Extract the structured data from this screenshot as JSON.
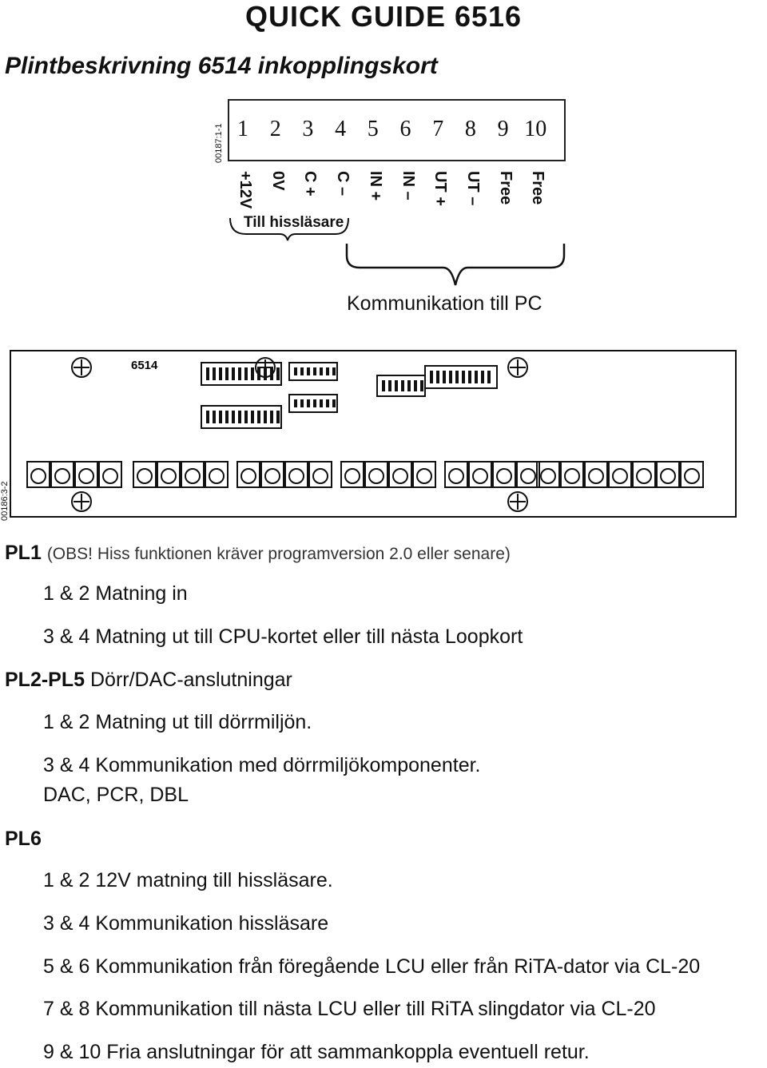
{
  "title": "QUICK GUIDE 6516",
  "subtitle": "Plintbeskrivning 6514 inkopplingskort",
  "diagram": {
    "code_top": "00187:1-1",
    "code_board": "00186:3-2",
    "terminal_numbers": [
      "1",
      "2",
      "3",
      "4",
      "5",
      "6",
      "7",
      "8",
      "9",
      "10"
    ],
    "signals": [
      "+12V",
      "0V",
      "C +",
      "C –",
      "IN +",
      "IN –",
      "UT +",
      "UT –",
      "Free",
      "Free"
    ],
    "group_reader": "Till hissläsare",
    "group_pc": "Kommunikation till PC",
    "board_label": "6514"
  },
  "sections": {
    "pl1_label": "PL1",
    "pl1_note": "(OBS! Hiss funktionen kräver programversion 2.0 eller senare)",
    "pl1_items": [
      "1 & 2 Matning in",
      "3 & 4 Matning ut till CPU-kortet eller till nästa Loopkort"
    ],
    "pl2_label": "PL2-PL5",
    "pl2_text": "Dörr/DAC-anslutningar",
    "pl2_items": [
      "1 & 2 Matning ut till dörrmiljön.",
      "3 & 4 Kommunikation med dörrmiljökomponenter.",
      "DAC, PCR, DBL"
    ],
    "pl6_label": "PL6",
    "pl6_items": [
      "1 & 2 12V matning till hissläsare.",
      "3 & 4 Kommunikation hissläsare",
      "5 & 6 Kommunikation från föregående LCU eller från RiTA-dator via CL-20",
      "7 & 8 Kommunikation till nästa LCU eller till RiTA slingdator via CL-20",
      "9 & 10 Fria anslutningar för att sammankoppla eventuell retur."
    ]
  }
}
